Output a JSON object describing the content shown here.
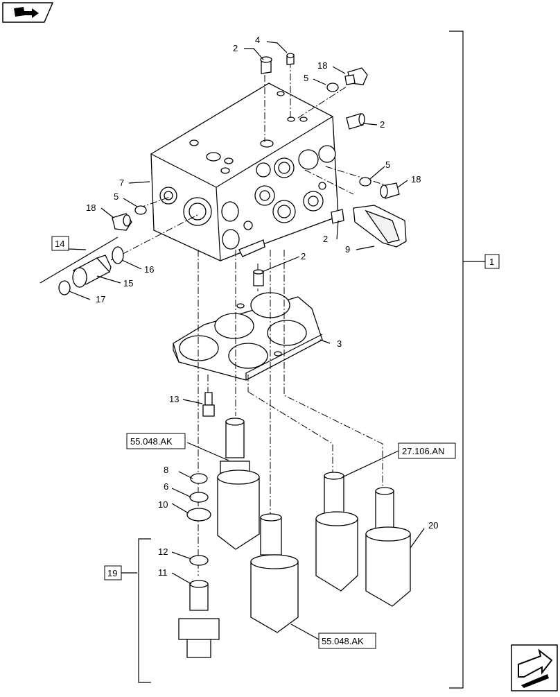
{
  "nav": {
    "top_icon": "book-arrow-icon",
    "bottom_icon": "next-page-arrow-icon"
  },
  "callouts": {
    "c1": "1",
    "c2a": "2",
    "c2b": "2",
    "c2c": "2",
    "c2d": "2",
    "c3": "3",
    "c4": "4",
    "c5a": "5",
    "c5b": "5",
    "c5c": "5",
    "c6": "6",
    "c7": "7",
    "c8": "8",
    "c9": "9",
    "c10": "10",
    "c11": "11",
    "c12": "12",
    "c13": "13",
    "c14": "14",
    "c15": "15",
    "c16": "16",
    "c17": "17",
    "c18a": "18",
    "c18b": "18",
    "c18c": "18",
    "c19": "19",
    "c20": "20"
  },
  "refs": {
    "r1": "55.048.AK",
    "r2": "27.106.AN",
    "r3": "55.048.AK"
  }
}
